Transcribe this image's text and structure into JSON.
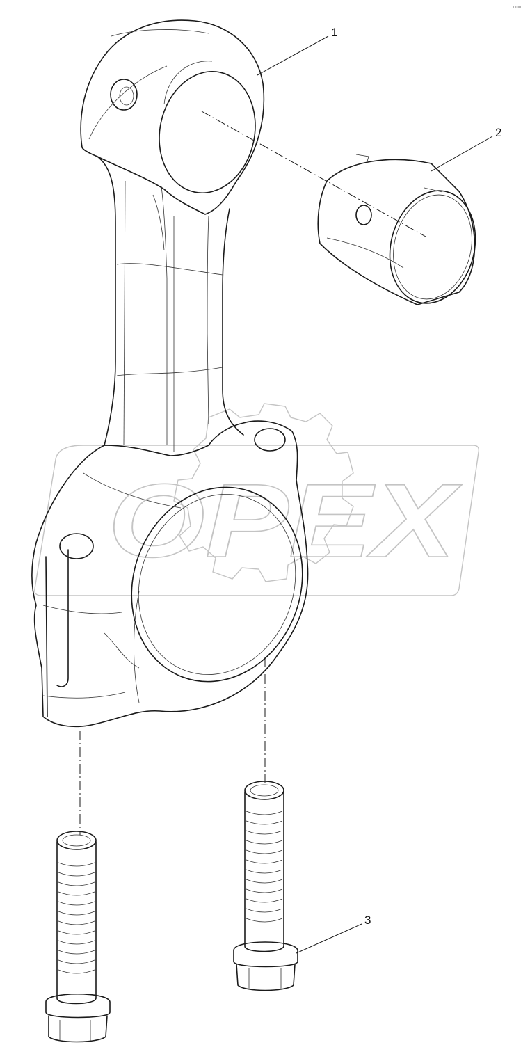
{
  "callouts": [
    {
      "id": "connecting-rod",
      "number": "1"
    },
    {
      "id": "bushing",
      "number": "2"
    },
    {
      "id": "bolts",
      "number": "3"
    }
  ],
  "watermark": {
    "text": "OPEX"
  },
  "corner_code": "0000",
  "colors": {
    "line": "#1a1a1a",
    "watermark": "#c4c4c4",
    "background": "#ffffff"
  }
}
